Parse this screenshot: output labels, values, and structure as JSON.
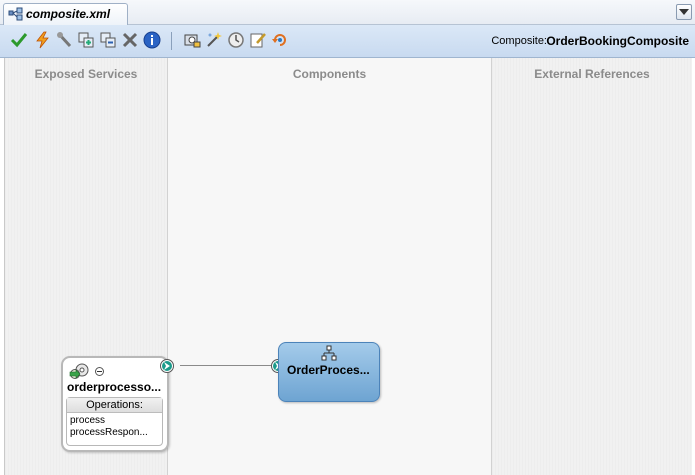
{
  "tab": {
    "label": "composite.xml"
  },
  "toolbar": {
    "composite_label": "Composite:",
    "composite_name": "OrderBookingComposite",
    "buttons": [
      "validate",
      "generate",
      "wrench",
      "add",
      "remove",
      "delete",
      "info",
      "test",
      "wizard",
      "history",
      "edit",
      "refresh"
    ]
  },
  "sections": {
    "services": "Exposed Services",
    "components": "Components",
    "external": "External References"
  },
  "service": {
    "name": "orderprocesso...",
    "operations_header": "Operations:",
    "operations": [
      "process",
      "processRespon..."
    ]
  },
  "component": {
    "name": "OrderProces..."
  },
  "colors": {
    "toolbar": "#c8daf0",
    "component": "#7fb1dc",
    "port": "#1a9a8a"
  }
}
